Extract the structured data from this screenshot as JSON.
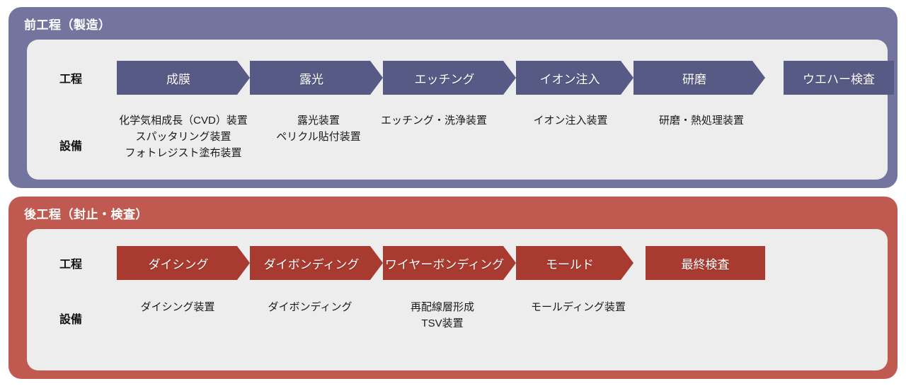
{
  "sections": [
    {
      "id": "front-end",
      "title": "前工程（製造）",
      "header_color": "#73759e",
      "box_color": "#575a85",
      "panel_color": "#ededed",
      "row_labels": {
        "process": "工程",
        "equipment": "設備"
      },
      "process_steps": [
        {
          "label": "成膜",
          "arrow": true
        },
        {
          "label": "露光",
          "arrow": true
        },
        {
          "label": "エッチング",
          "arrow": true
        },
        {
          "label": "イオン注入",
          "arrow": true
        },
        {
          "label": "研磨",
          "arrow": true
        },
        {
          "label": "ウエハー検査",
          "arrow": false
        }
      ],
      "equipment": [
        "化学気相成長（CVD）装置\nスパッタリング装置\nフォトレジスト塗布装置",
        "露光装置\nペリクル貼付装置",
        "エッチング・洗浄装置",
        "イオン注入装置",
        "研磨・熱処理装置"
      ]
    },
    {
      "id": "back-end",
      "title": "後工程（封止・検査）",
      "header_color": "#c05a50",
      "box_color": "#a93a30",
      "panel_color": "#ededed",
      "row_labels": {
        "process": "工程",
        "equipment": "設備"
      },
      "process_steps": [
        {
          "label": "ダイシング",
          "arrow": true
        },
        {
          "label": "ダイボンディング",
          "arrow": true
        },
        {
          "label": "ワイヤーボンディング",
          "arrow": true
        },
        {
          "label": "モールド",
          "arrow": true
        },
        {
          "label": "最終検査",
          "arrow": false
        }
      ],
      "equipment": [
        "ダイシング装置",
        "ダイボンディング",
        "再配線層形成\nTSV装置",
        "モールディング装置"
      ]
    }
  ]
}
